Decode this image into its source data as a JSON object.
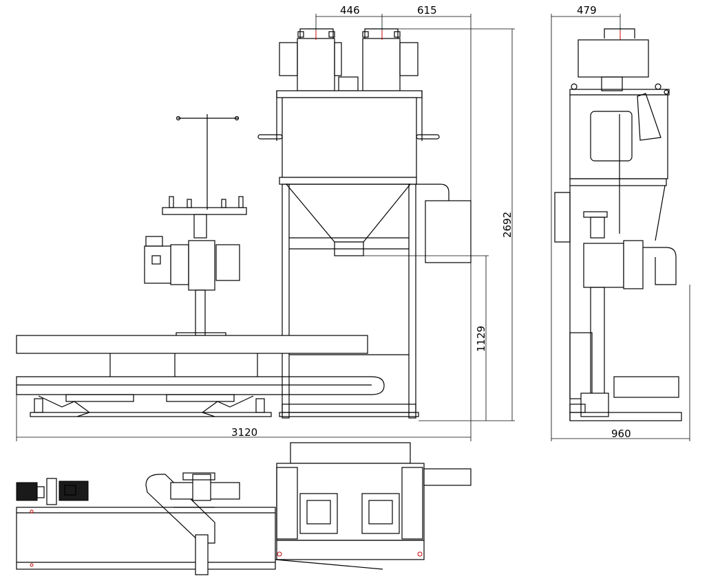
{
  "dimensions": {
    "front_width_total": "3120",
    "front_height_total": "2692",
    "front_height_discharge": "1129",
    "front_top_left": "446",
    "front_top_right": "615",
    "side_top": "479",
    "side_width": "960"
  }
}
